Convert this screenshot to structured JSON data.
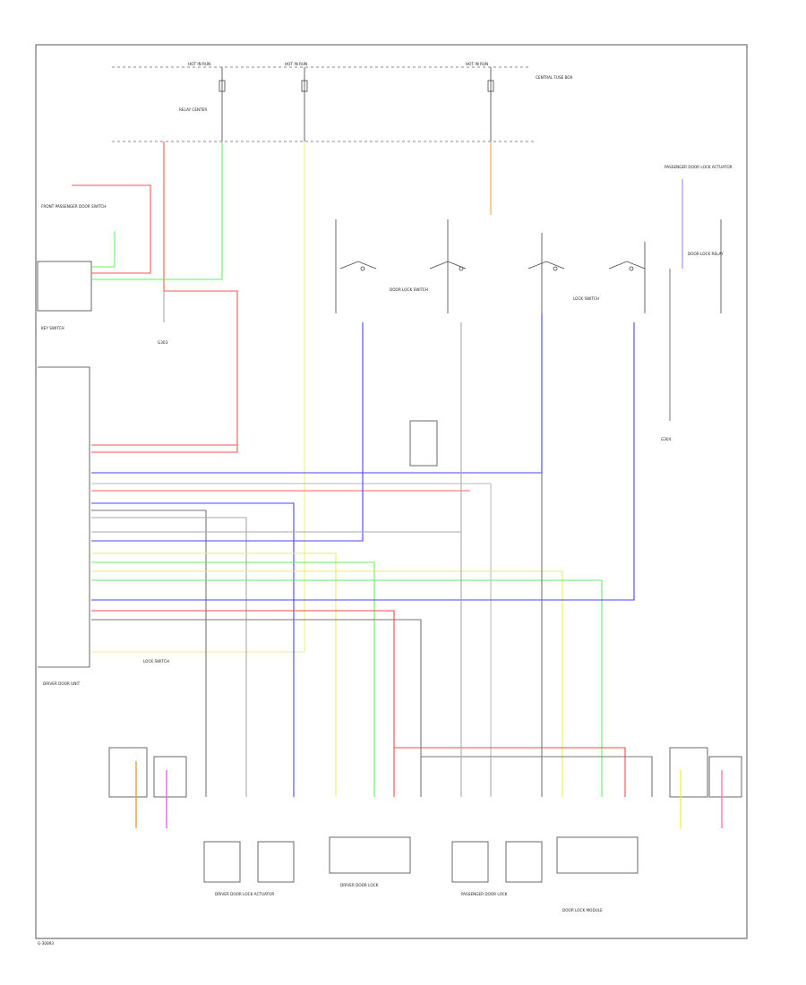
{
  "diagram": {
    "labels": {
      "hot_in_run": "HOT IN RUN",
      "central_fuse_box": "CENTRAL FUSE BOX",
      "relay_center": "RELAY CENTER",
      "front_passenger_door_switch": "FRONT PASSENGER DOOR SWITCH",
      "passenger_door_lock_actuator": "PASSENGER DOOR LOCK ACTUATOR",
      "door_lock_relay": "DOOR LOCK RELAY",
      "driver_door_unit": "DRIVER DOOR UNIT",
      "door_lock_switch": "DOOR LOCK SWITCH",
      "key_switch": "KEY SWITCH",
      "ground_left": "G303",
      "ground_right": "G304",
      "lock_switch_left": "LOCK SWITCH",
      "lock_switch_right": "LOCK SWITCH",
      "driver_door_lock_actuator": "DRIVER DOOR LOCK ACTUATOR",
      "passenger_door_lock": "PASSENGER DOOR LOCK",
      "driver_door_lock": "DRIVER DOOR LOCK",
      "door_lock_module": "DOOR LOCK MODULE",
      "figure_code": "G-30893"
    }
  }
}
